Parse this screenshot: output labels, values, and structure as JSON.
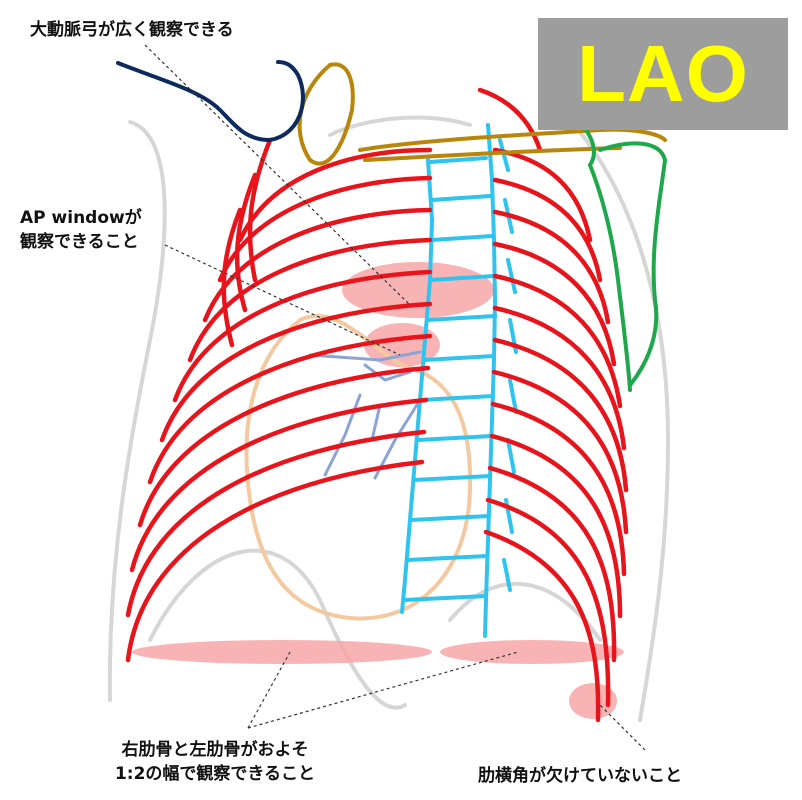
{
  "badge": {
    "text": "LAO",
    "text_color": "#ffff00",
    "background": "#9d9d9d"
  },
  "labels": {
    "aortic_arch": "大動脈弓が広く観察できる",
    "ap_window_line1": "AP windowが",
    "ap_window_line2": "観察できること",
    "rib_ratio_line1": "右肋骨と左肋骨がおよそ",
    "rib_ratio_line2": "1:2の幅で観察できること",
    "costophrenic": "肋横角が欠けていないこと"
  },
  "icons": [
    "chest-xray-illustration"
  ],
  "colors": {
    "ribs": "#e8141c",
    "spine": "#2ec4f0",
    "aorta": "#0d2a5e",
    "clavicle": "#b8860b",
    "trachea": "#1ea84b",
    "heart": "#f5c9a0",
    "vessels": "#8aa4d8",
    "body_outline": "#d6d6d6",
    "highlight": "#f7a7a7"
  }
}
